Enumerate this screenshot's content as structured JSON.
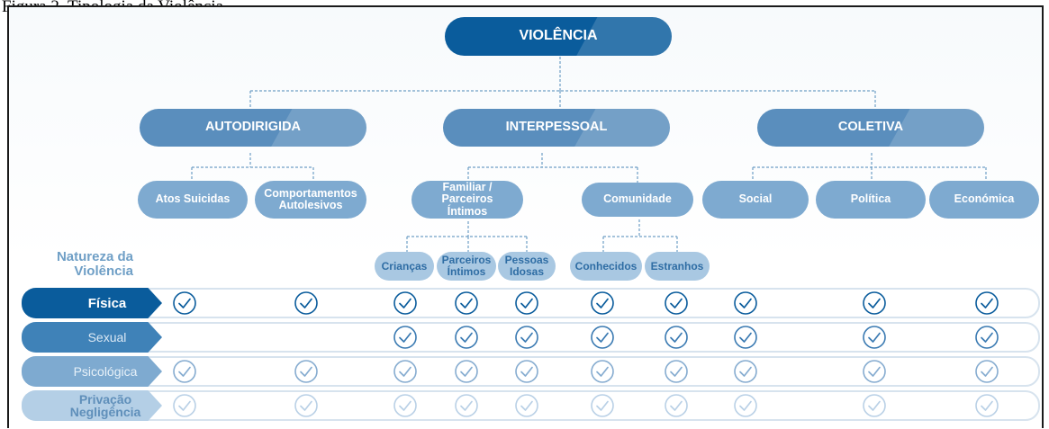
{
  "caption": "Figura 2. Tipologia da Violência",
  "root": "VIOLÊNCIA",
  "categories": {
    "autodirigida": "AUTODIRIGIDA",
    "interpessoal": "INTERPESSOAL",
    "coletiva": "COLETIVA"
  },
  "subcategories": {
    "atos_suicidas": "Atos Suicidas",
    "comportamentos": "Comportamentos Autolesivos",
    "familiar": "Familiar / Parceiros Íntimos",
    "comunidade": "Comunidade",
    "social": "Social",
    "politica": "Política",
    "economica": "Económica"
  },
  "leaves": {
    "criancas": "Crianças",
    "parceiros": "Parceiros Íntimos",
    "pessoas_idosas": "Pessoas Idosas",
    "conhecidos": "Conhecidos",
    "estranhos": "Estranhos"
  },
  "nature_heading": "Natureza da Violência",
  "matrix": {
    "columns": [
      "Atos Suicidas",
      "Comportamentos Autolesivos",
      "Crianças",
      "Parceiros Íntimos",
      "Pessoas Idosas",
      "Conhecidos",
      "Estranhos",
      "Social",
      "Política",
      "Económica"
    ],
    "rows": [
      {
        "label": "Física",
        "checks": [
          true,
          true,
          true,
          true,
          true,
          true,
          true,
          true,
          true,
          true
        ]
      },
      {
        "label": "Sexual",
        "checks": [
          false,
          false,
          true,
          true,
          true,
          true,
          true,
          true,
          true,
          true
        ]
      },
      {
        "label": "Psicológica",
        "checks": [
          true,
          true,
          true,
          true,
          true,
          true,
          true,
          true,
          true,
          true
        ]
      },
      {
        "label": "Privação Negligência",
        "checks": [
          true,
          true,
          true,
          true,
          true,
          true,
          true,
          true,
          true,
          true
        ]
      }
    ]
  },
  "colors": {
    "root": "#0a5c9c",
    "category": "#5a8ebd",
    "subcategory": "#7eaad0",
    "leaf": "#a9c8e2",
    "leaf_text": "#2f6da4",
    "row_fisica": "#0a5c9c",
    "row_sexual": "#3f82b8",
    "row_psicologica": "#7eaad0",
    "row_privacao": "#b4cfe6",
    "check_fisica": "#0a5c9c",
    "check_sexual": "#3a7ab2",
    "check_psicologica": "#86acd0",
    "check_privacao": "#b9d0e6"
  }
}
